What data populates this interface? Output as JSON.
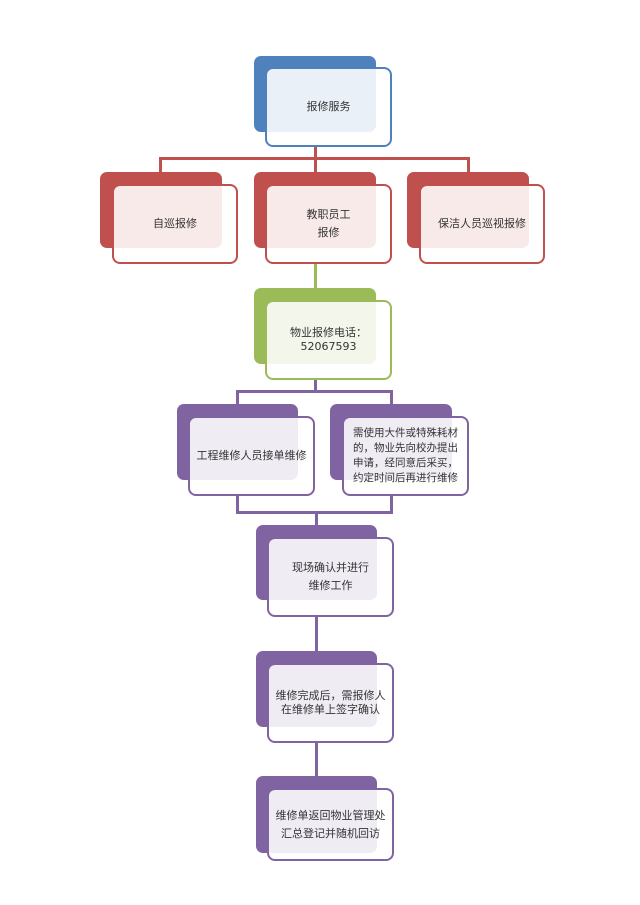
{
  "colors": {
    "blue": "#4f81bd",
    "red": "#c0504d",
    "green": "#9bbb59",
    "purple": "#8064a2"
  },
  "root": {
    "label": "报修服务"
  },
  "sources": [
    {
      "label": "自巡报修"
    },
    {
      "line1": "教职员工",
      "line2": "报修"
    },
    {
      "label": "保洁人员巡视报修"
    }
  ],
  "phone": {
    "line1": "物业报修电话：",
    "line2": "52067593"
  },
  "branches": [
    {
      "label": "工程维修人员接单维修"
    },
    {
      "lines": [
        "需使用大件或特殊耗材",
        "的，物业先向校办提出",
        "申请，经同意后采买，",
        "约定时间后再进行维修"
      ]
    }
  ],
  "steps": [
    {
      "line1": "现场确认并进行",
      "line2": "维修工作"
    },
    {
      "line1": "维修完成后，需报修人",
      "line2": "在维修单上签字确认"
    },
    {
      "line1": "维修单返回物业管理处",
      "line2": "汇总登记并随机回访"
    }
  ]
}
